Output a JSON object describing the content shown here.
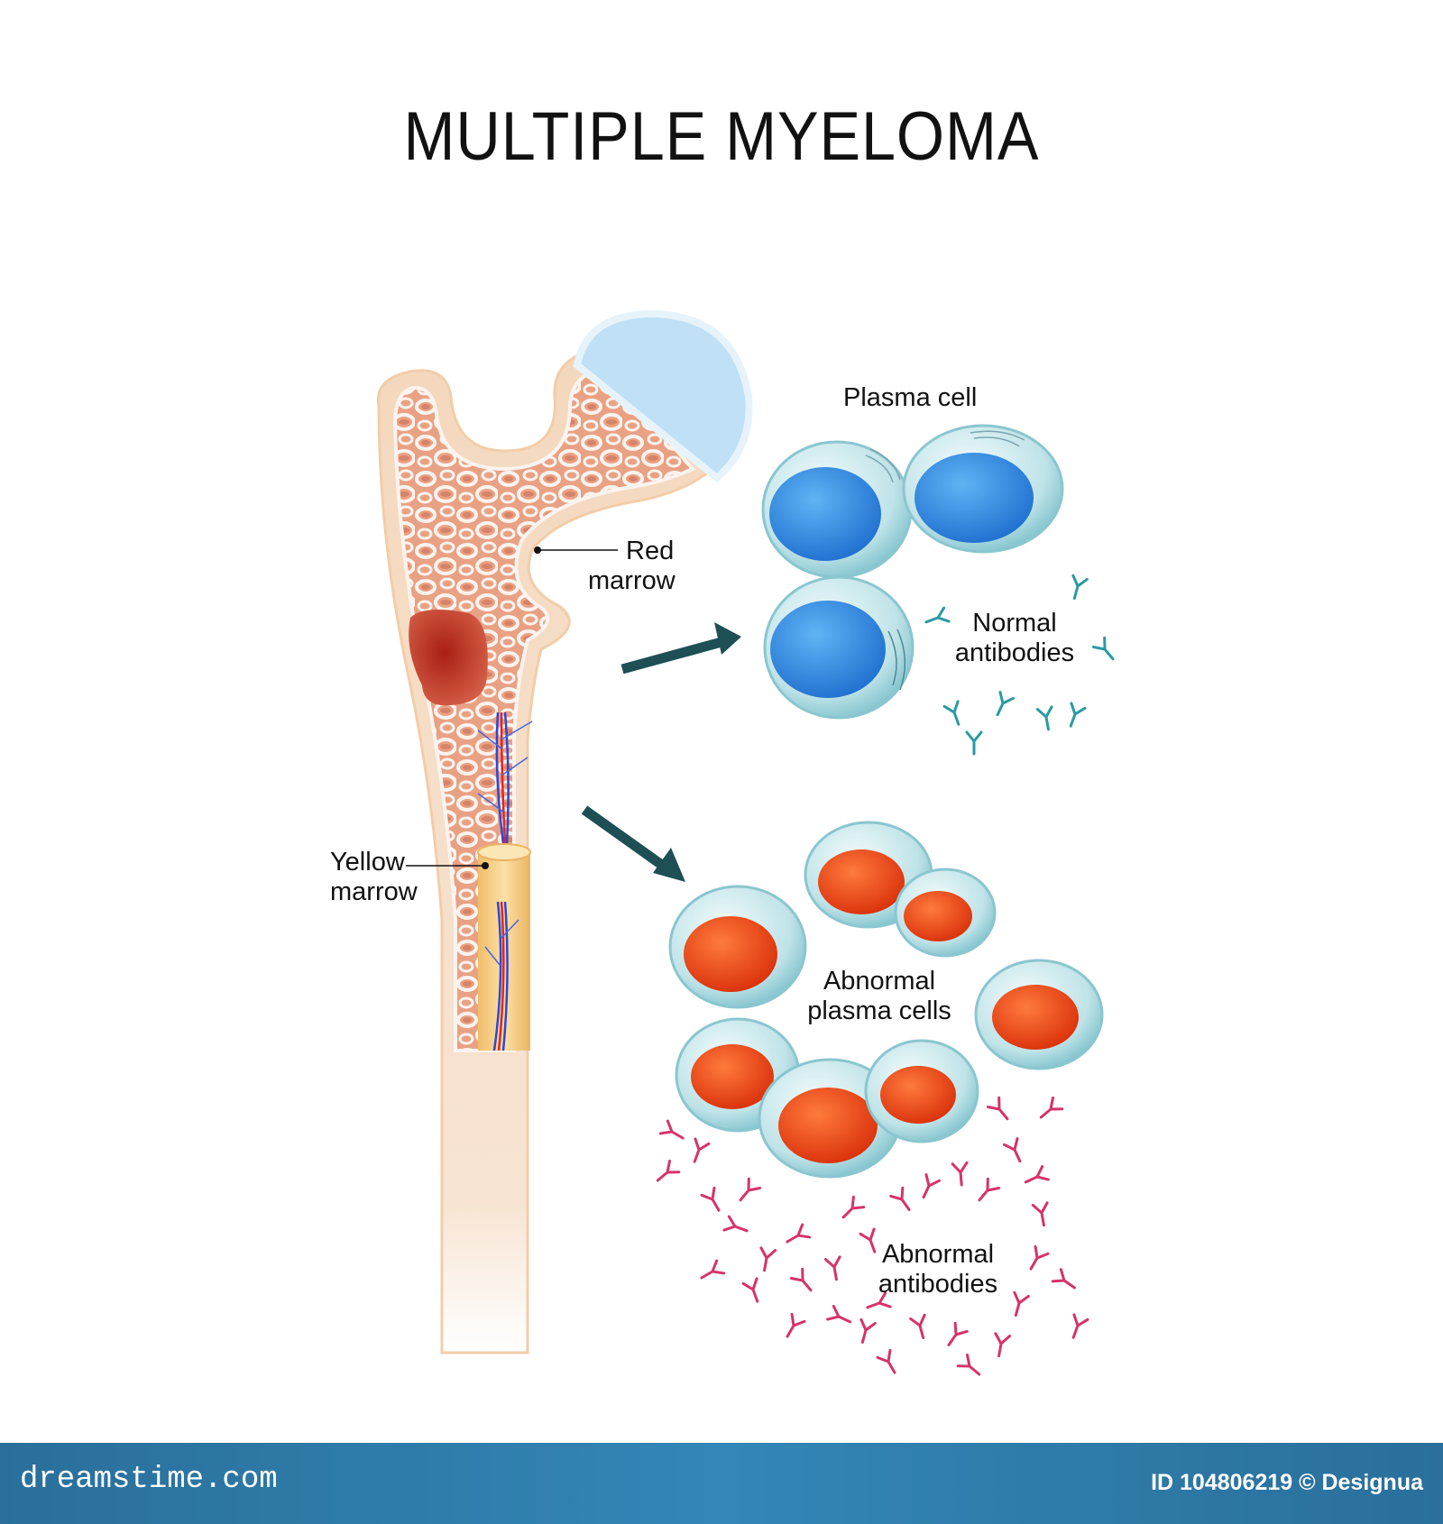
{
  "title": "MULTIPLE MYELOMA",
  "labels": {
    "red_marrow": [
      "Red",
      "marrow"
    ],
    "yellow_marrow": [
      "Yellow",
      "marrow"
    ],
    "plasma_cell": "Plasma cell",
    "normal_antibodies": [
      "Normal",
      "antibodies"
    ],
    "abnormal_plasma_cells": [
      "Abnormal",
      "plasma cells"
    ],
    "abnormal_antibodies": [
      "Abnormal",
      "antibodies"
    ]
  },
  "footer": {
    "brand": "dreamstime.com",
    "credit": "ID 104806219 © Designua"
  },
  "colors": {
    "normal_nucleus": "#2f86dc",
    "abnormal_nucleus": "#e5440f",
    "normal_antibody": "#2a9aa2",
    "abnormal_antibody": "#d6336a",
    "arrow": "#1d4f55",
    "footer": "#2f7fae"
  }
}
